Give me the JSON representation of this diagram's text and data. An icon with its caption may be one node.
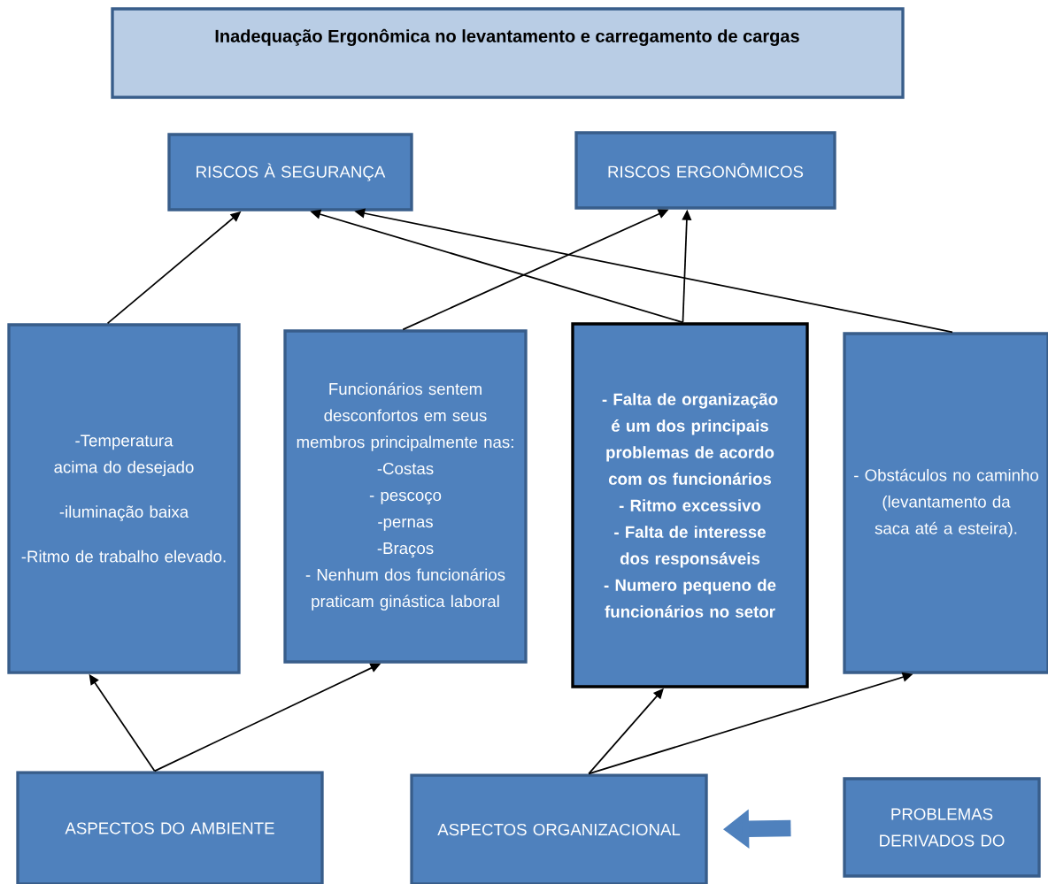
{
  "diagram": {
    "title": "Inadequação Ergonômica no levantamento e carregamento de cargas",
    "nodes": [
      {
        "text": [
          "RISCOS À SEGURANÇA"
        ]
      },
      {
        "text": [
          "RISCOS ERGONÔMICOS"
        ]
      },
      {
        "text": [
          "-Temperatura acima do desejado",
          "-iluminação baixa",
          "-Ritmo de trabalho elevado."
        ]
      },
      {
        "text": [
          "Funcionários sentem desconfortos em seus membros principalmente nas:",
          "-Costas",
          "- pescoço",
          "-pernas",
          "-Braços",
          "- Nenhum dos funcionários praticam ginástica laboral"
        ]
      },
      {
        "text": [
          "- Falta de organização é um dos principais problemas de acordo com os funcionários",
          "- Ritmo excessivo",
          "- Falta de interesse dos responsáveis",
          "- Numero pequeno de funcionários no setor"
        ]
      },
      {
        "text": [
          "- Obstáculos no caminho (levantamento da saca até a esteira)."
        ]
      },
      {
        "text": [
          "ASPECTOS DO AMBIENTE"
        ]
      },
      {
        "text": [
          "ASPECTOS ORGANIZACIONAL"
        ]
      },
      {
        "text": [
          "PROBLEMAS DERIVADOS DO"
        ]
      }
    ],
    "edges": [
      {
        "from": 2,
        "to": 0,
        "arrow": "to"
      },
      {
        "from": 3,
        "to": 1,
        "arrow": "to"
      },
      {
        "from": 4,
        "to": 0,
        "arrow": "to"
      },
      {
        "from": 4,
        "to": 1,
        "arrow": "to"
      },
      {
        "from": 5,
        "to": 0,
        "arrow": "to"
      },
      {
        "from": 6,
        "to": 2,
        "arrow": "to"
      },
      {
        "from": 6,
        "to": 3,
        "arrow": "to"
      },
      {
        "from": 7,
        "to": 4,
        "arrow": "to"
      },
      {
        "from": 7,
        "to": 5,
        "arrow": "to"
      },
      {
        "from": 8,
        "to": 7,
        "arrow": "to",
        "style": "thick",
        "color": "#4f81bd"
      }
    ]
  }
}
